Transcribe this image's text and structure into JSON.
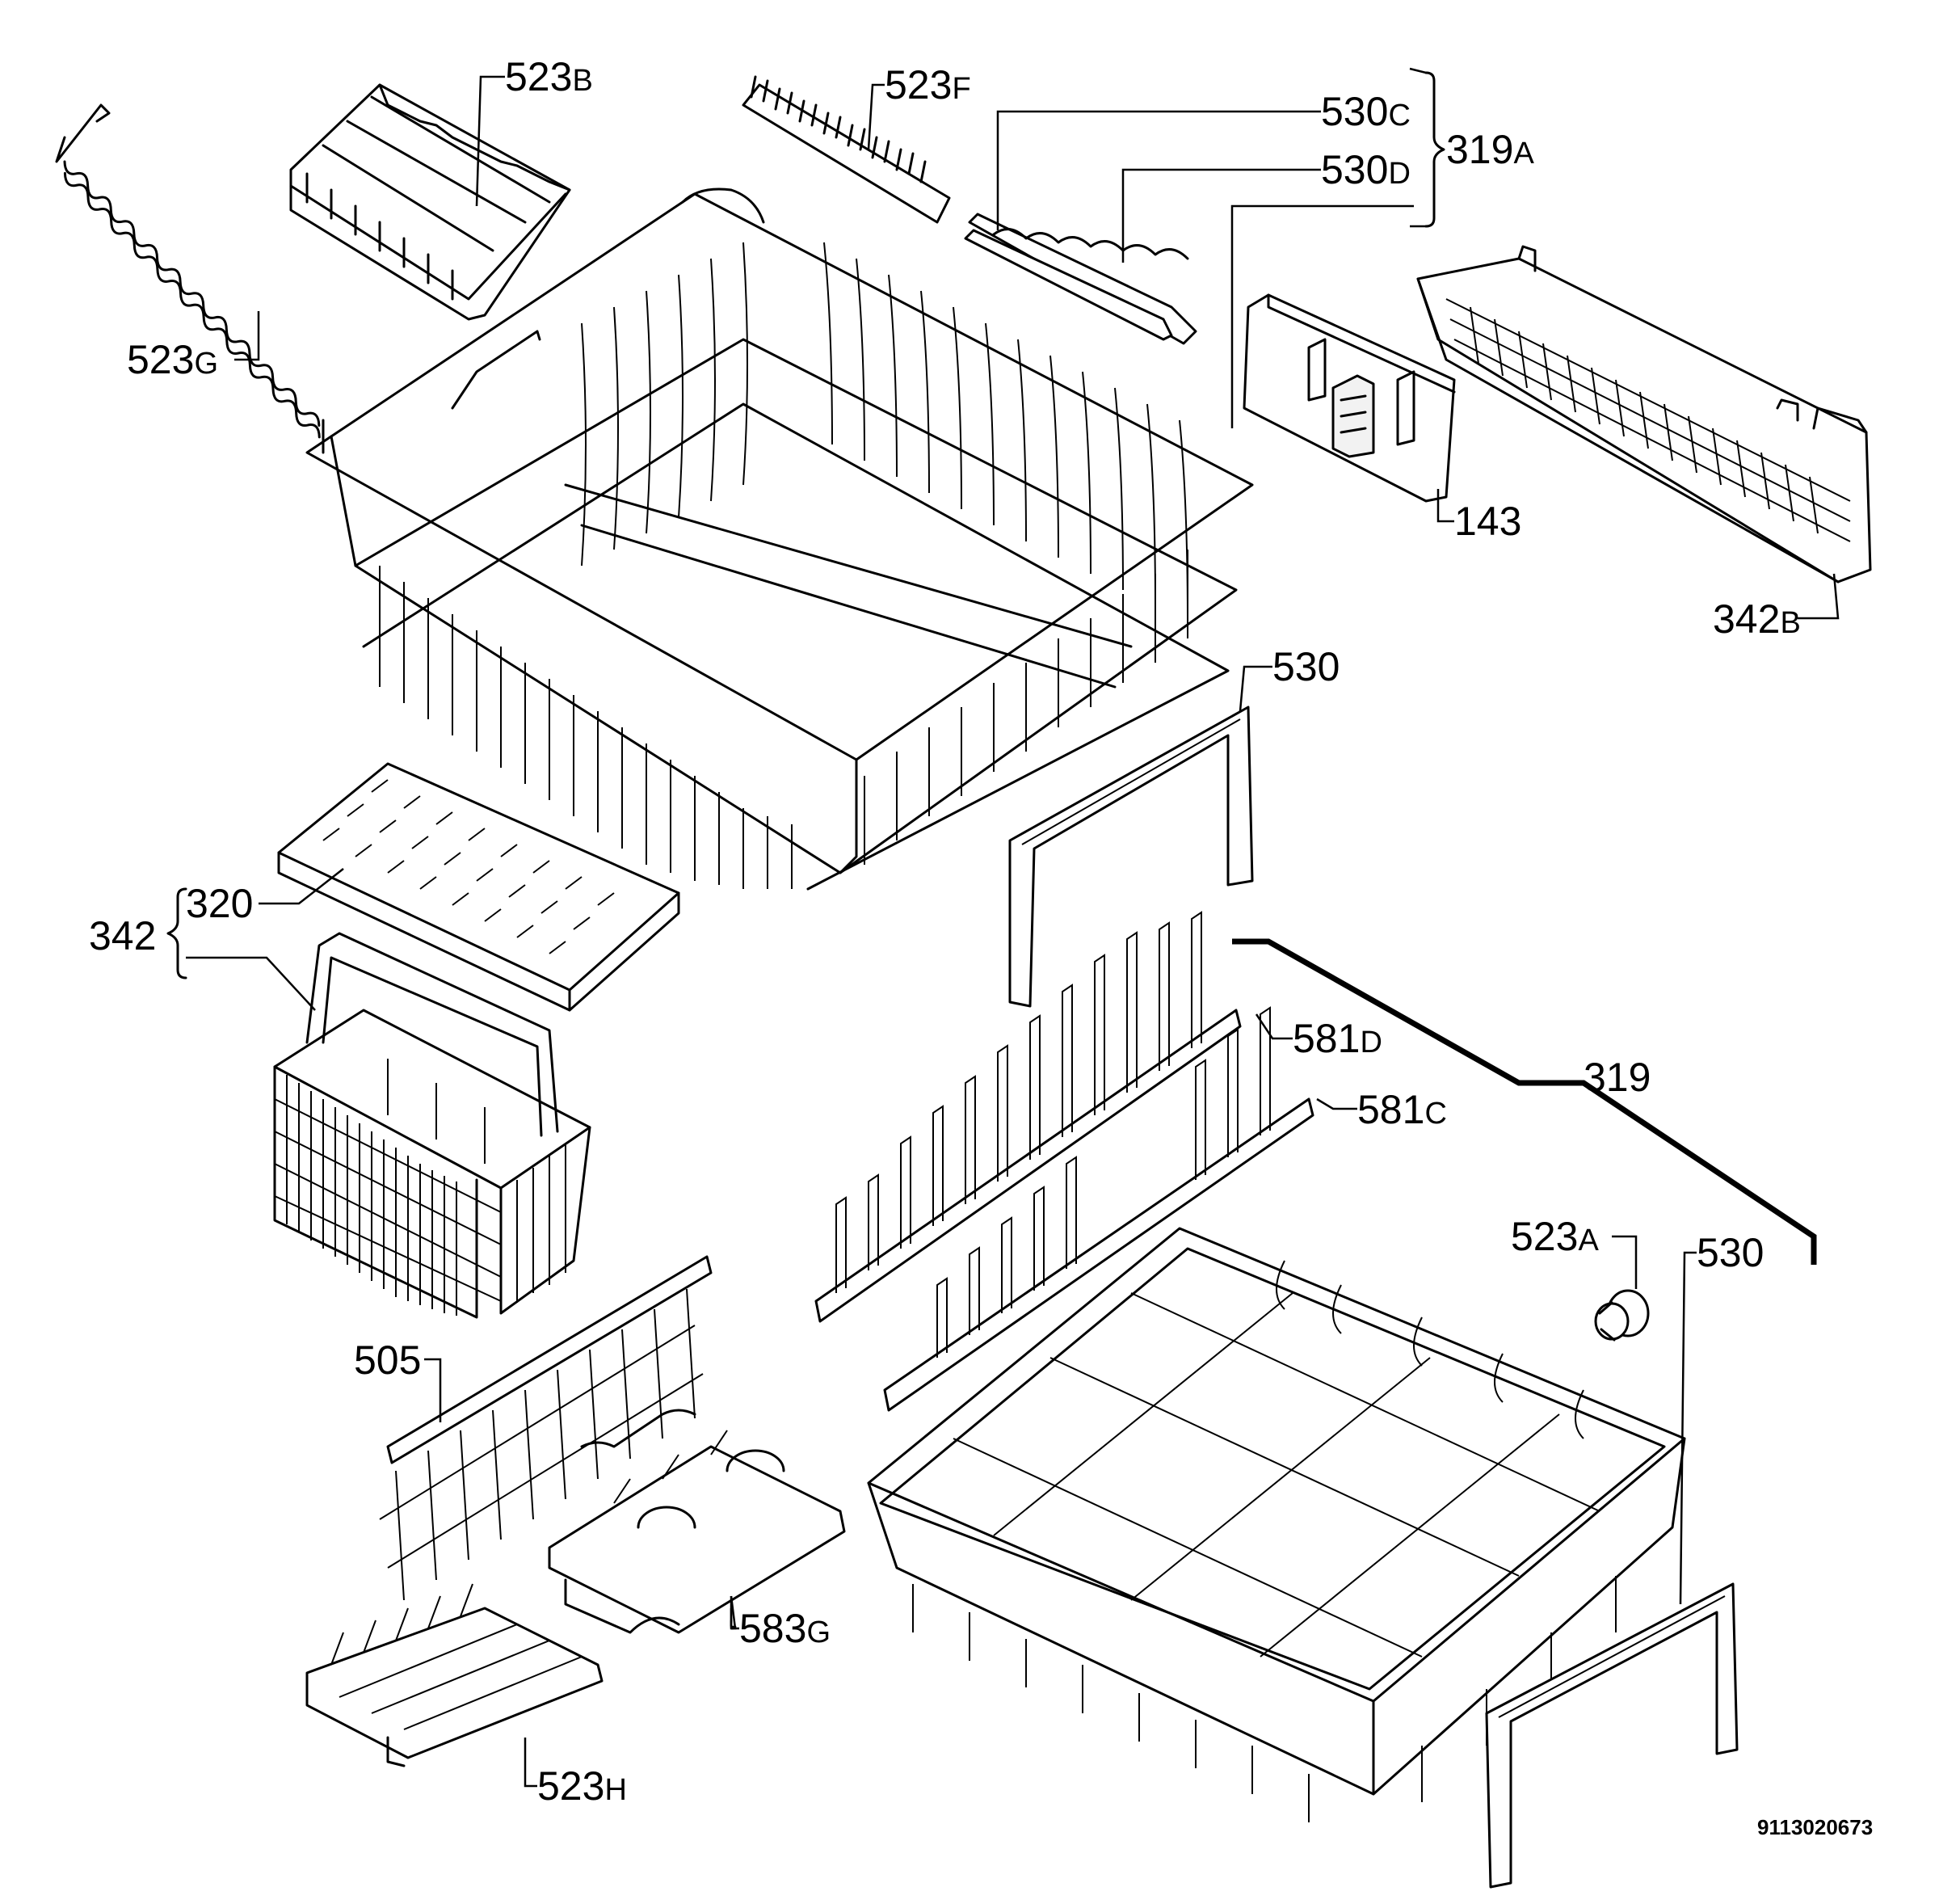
{
  "labels": {
    "l523g": {
      "num": "523",
      "suffix": "G"
    },
    "l523b": {
      "num": "523",
      "suffix": "B"
    },
    "l523f": {
      "num": "523",
      "suffix": "F"
    },
    "l530c": {
      "num": "530",
      "suffix": "C"
    },
    "l530d": {
      "num": "530",
      "suffix": "D"
    },
    "l319a": {
      "num": "319",
      "suffix": "A"
    },
    "l143": {
      "num": "143",
      "suffix": ""
    },
    "l342b": {
      "num": "342",
      "suffix": "B"
    },
    "l530top": {
      "num": "530",
      "suffix": ""
    },
    "l320": {
      "num": "320",
      "suffix": ""
    },
    "l342": {
      "num": "342",
      "suffix": ""
    },
    "l581d": {
      "num": "581",
      "suffix": "D"
    },
    "l319": {
      "num": "319",
      "suffix": ""
    },
    "l581c": {
      "num": "581",
      "suffix": "C"
    },
    "l523a": {
      "num": "523",
      "suffix": "A"
    },
    "l530bot": {
      "num": "530",
      "suffix": ""
    },
    "l505": {
      "num": "505",
      "suffix": ""
    },
    "l583g": {
      "num": "583",
      "suffix": "G"
    },
    "l523h": {
      "num": "523",
      "suffix": "H"
    }
  },
  "document_number": "9113020673"
}
